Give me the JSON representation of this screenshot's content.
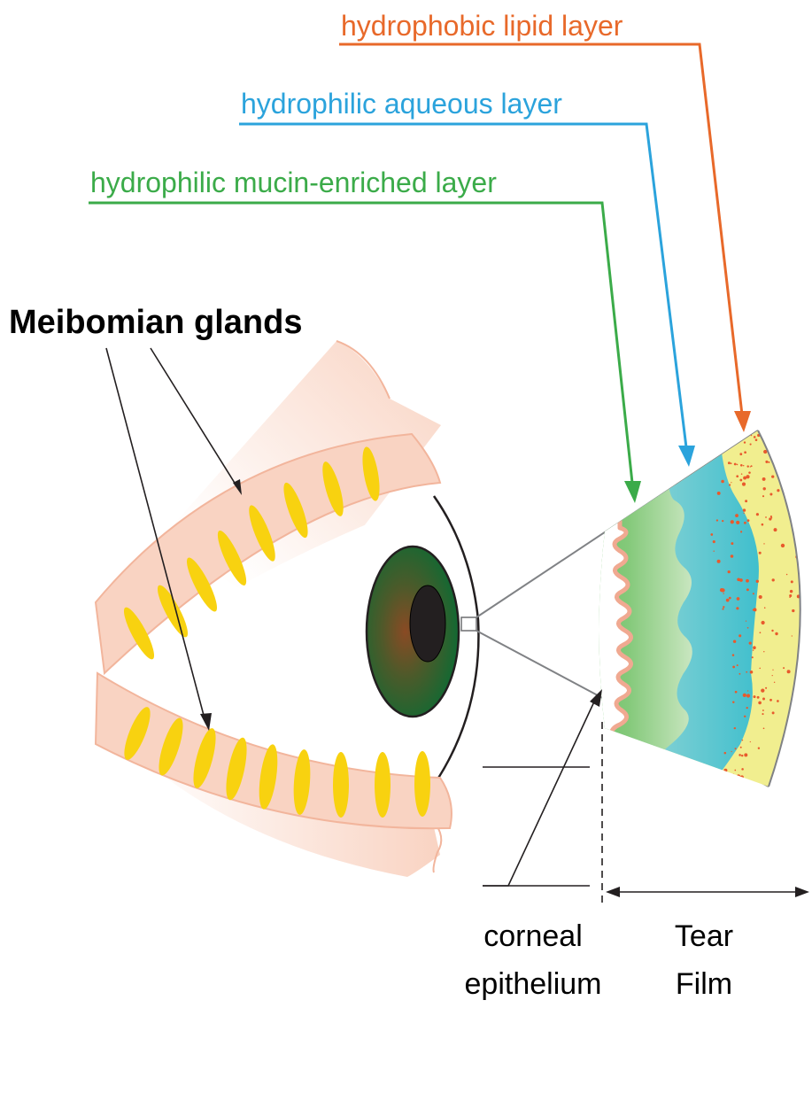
{
  "labels": {
    "lipid_layer": "hydrophobic lipid layer",
    "aqueous_layer": "hydrophilic aqueous layer",
    "mucin_layer": "hydrophilic mucin-enriched layer",
    "meibomian_glands": "Meibomian glands",
    "corneal_line1": "corneal",
    "corneal_line2": "epithelium",
    "tear_line1": "Tear",
    "tear_line2": "Film"
  },
  "colors": {
    "lipid": "#e8692a",
    "aqueous": "#2ba3dc",
    "mucin": "#3bab49",
    "lid_fill": "#f9d3c2",
    "lid_edge": "#f2b59c",
    "gland": "#f8d210",
    "iris_outer": "#0e6a33",
    "iris_inner": "#8a4a24",
    "pupil": "#231f20",
    "lipid_layer_fill": "#f1ee8f",
    "lipid_dots": "#e85a2c",
    "aqueous_fill": "#4cc4cf",
    "mucin_fill": "#63bd5c",
    "epithelium_edge": "#f0a991"
  }
}
